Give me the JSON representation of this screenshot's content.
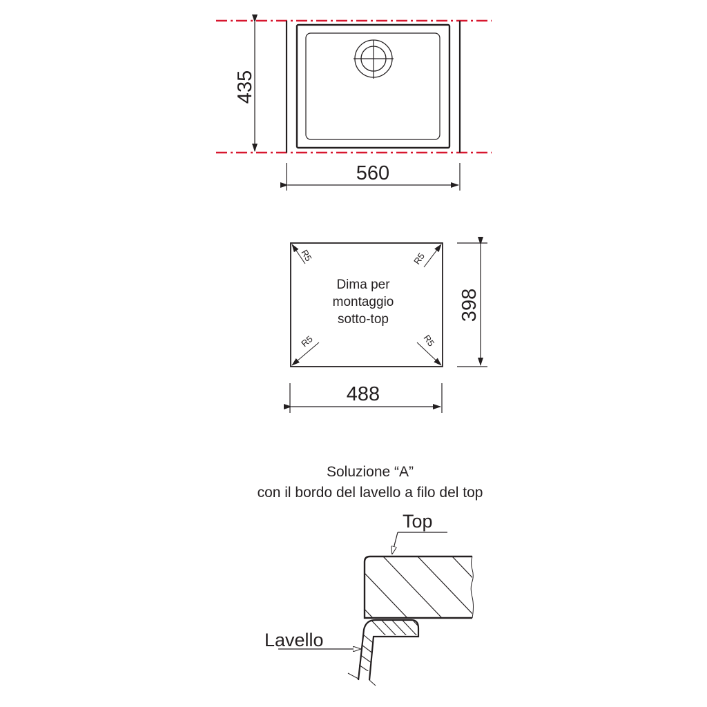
{
  "colors": {
    "line": "#231f20",
    "centerline": "#d7172f",
    "background": "#ffffff"
  },
  "sink_plan": {
    "height_dim": "435",
    "width_dim": "560",
    "drain_icon": "drain-crosshair-icon"
  },
  "template": {
    "label_lines": [
      "Dima per",
      "montaggio",
      "sotto-top"
    ],
    "height_dim": "398",
    "width_dim": "488",
    "corner_radii": [
      "R5",
      "R5",
      "R5",
      "R5"
    ]
  },
  "section": {
    "caption_line1": "Soluzione “A”",
    "caption_line2": "con il bordo del lavello a filo del top",
    "top_label": "Top",
    "sink_label": "Lavello"
  }
}
